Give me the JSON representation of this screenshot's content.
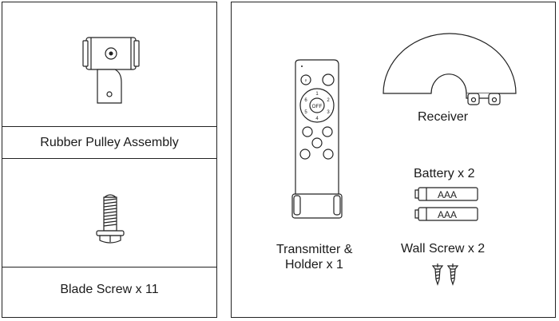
{
  "left_panel": {
    "items": [
      {
        "label": "Rubber Pulley Assembly",
        "icon": "pulley-assembly"
      },
      {
        "label": "",
        "icon": "blade-screw"
      },
      {
        "label": "Blade Screw x 11"
      }
    ]
  },
  "right_panel": {
    "receiver_label": "Receiver",
    "transmitter_label_line1": "Transmitter &",
    "transmitter_label_line2": "Holder x 1",
    "battery_label": "Battery x 2",
    "battery_text": [
      "AAA",
      "AAA"
    ],
    "wall_screw_label": "Wall Screw x 2",
    "remote_buttons": {
      "ring": [
        "OFF",
        "1",
        "2",
        "3",
        "4",
        "5",
        "6"
      ]
    }
  }
}
